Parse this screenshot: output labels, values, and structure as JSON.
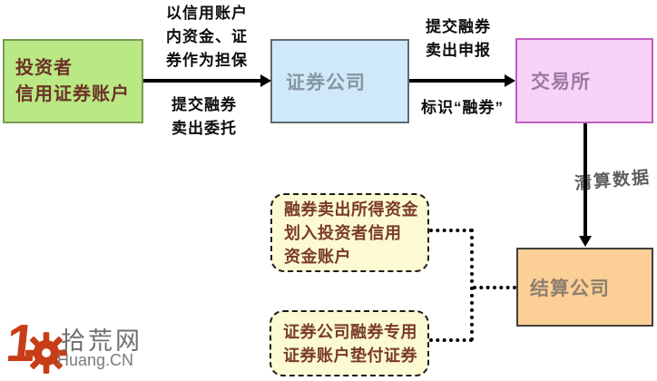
{
  "diagram": {
    "nodes": {
      "investor": {
        "lines": [
          "投资者",
          "信用证券账户"
        ]
      },
      "broker": {
        "label": "证券公司"
      },
      "exchange": {
        "label": "交易所"
      },
      "clearing": {
        "label": "结算公司"
      },
      "note_fund": {
        "lines": [
          "融券卖出所得资金",
          "划入投资者信用",
          "资金账户"
        ]
      },
      "note_collateral": {
        "lines": [
          "证券公司融券专用",
          "证券账户垫付证券"
        ]
      }
    },
    "edge_labels": {
      "investor_broker_above": [
        "以信用账户",
        "内资金、证",
        "券作为担保"
      ],
      "investor_broker_below": [
        "提交融券",
        "卖出委托"
      ],
      "broker_exchange_above": [
        "提交融券",
        "卖出申报"
      ],
      "broker_exchange_below": "标识“融券”",
      "exchange_clearing": "清算数据"
    },
    "colors": {
      "investor_fill": "#b9e884",
      "broker_fill": "#cfe9f8",
      "exchange_fill": "#f9d2f7",
      "clearing_fill": "#fccf96",
      "note_fill": "#fbfad2",
      "note_text": "#7a3a2a",
      "line": "#000000"
    }
  },
  "watermark": {
    "number": "1",
    "gear_icon": "⚙",
    "site_name": "拾荒网",
    "site_domain": "Huang.CN",
    "accent_color": "#c63d17"
  }
}
